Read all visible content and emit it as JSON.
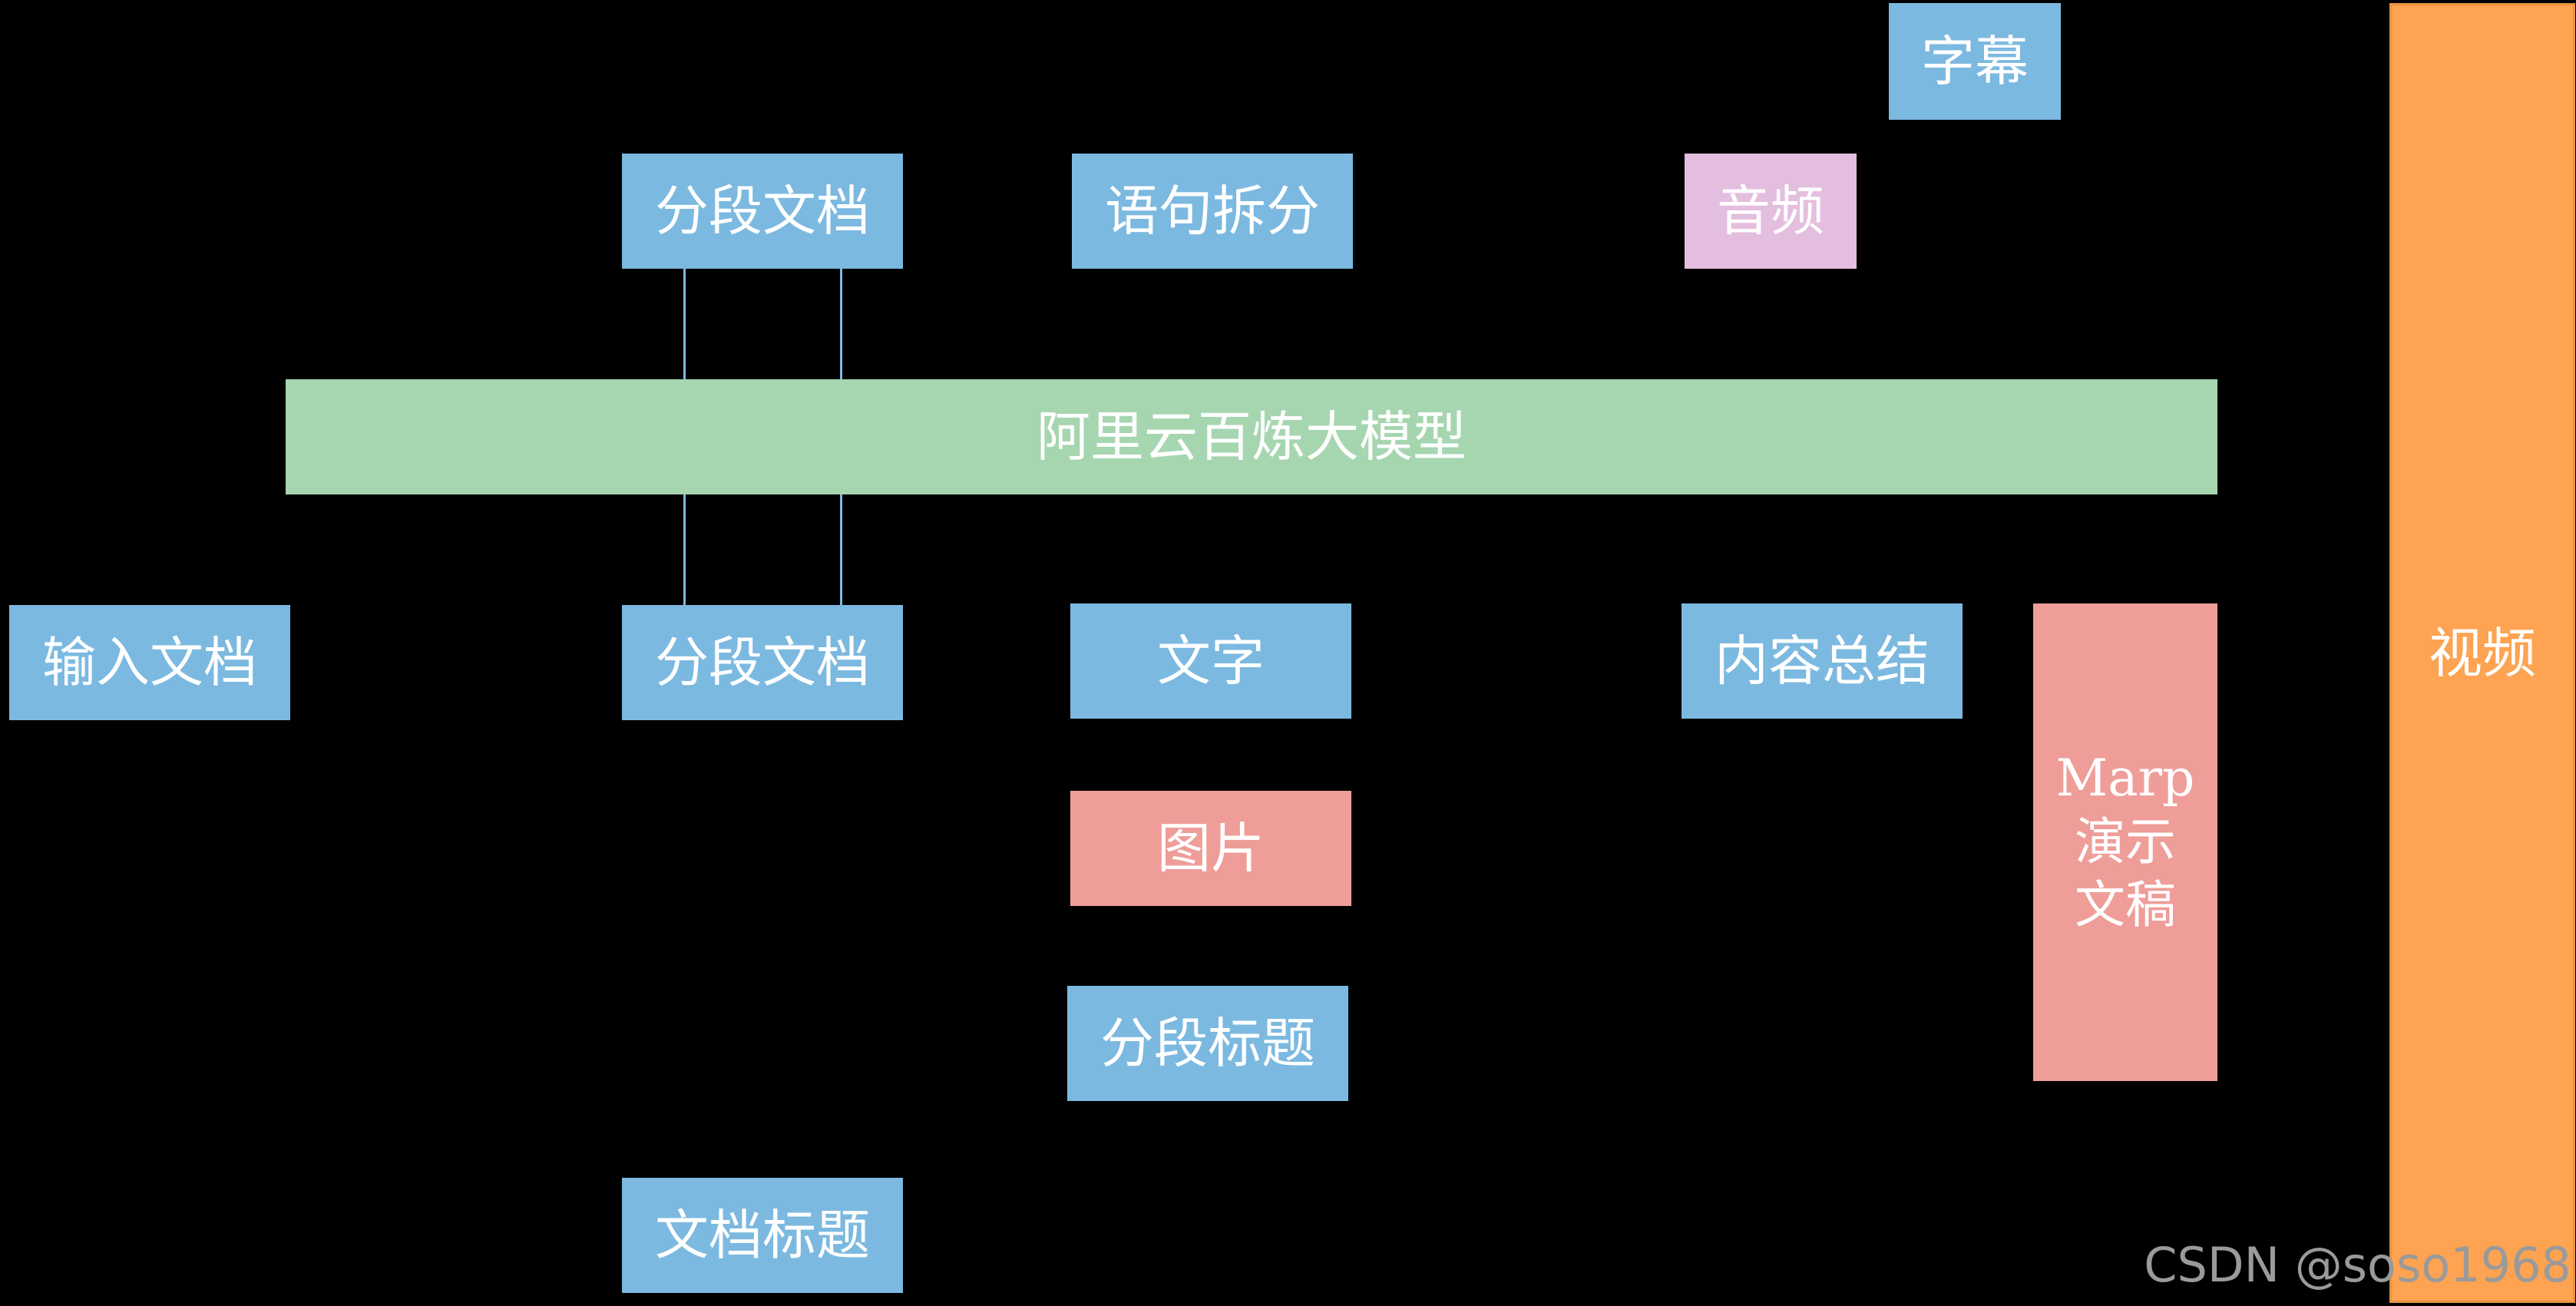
{
  "colors": {
    "background": "#000000",
    "blue": "#7CB9E0",
    "green": "#A6D6B0",
    "pink": "#E4BEDF",
    "salmon": "#EF9D98",
    "orange": "#FDA351",
    "connector": "#7CB9E0",
    "text": "#FFFFFF",
    "watermark": "#9A9A9A"
  },
  "nodes": {
    "subtitle": {
      "label": "字幕",
      "color": "blue"
    },
    "segmented_doc_top": {
      "label": "分段文档",
      "color": "blue"
    },
    "sentence_split": {
      "label": "语句拆分",
      "color": "blue"
    },
    "audio": {
      "label": "音频",
      "color": "pink"
    },
    "llm": {
      "label": "阿里云百炼大模型",
      "color": "green"
    },
    "input_doc": {
      "label": "输入文档",
      "color": "blue"
    },
    "segmented_doc_mid": {
      "label": "分段文档",
      "color": "blue"
    },
    "text": {
      "label": "文字",
      "color": "blue"
    },
    "content_summary": {
      "label": "内容总结",
      "color": "blue"
    },
    "image": {
      "label": "图片",
      "color": "salmon"
    },
    "section_title": {
      "label": "分段标题",
      "color": "blue"
    },
    "doc_title": {
      "label": "文档标题",
      "color": "blue"
    },
    "marp_slides": {
      "label_lines": [
        "Marp",
        "演示",
        "文稿"
      ],
      "color": "salmon"
    },
    "video": {
      "label": "视频",
      "color": "orange"
    }
  },
  "watermark": "CSDN @soso1968"
}
